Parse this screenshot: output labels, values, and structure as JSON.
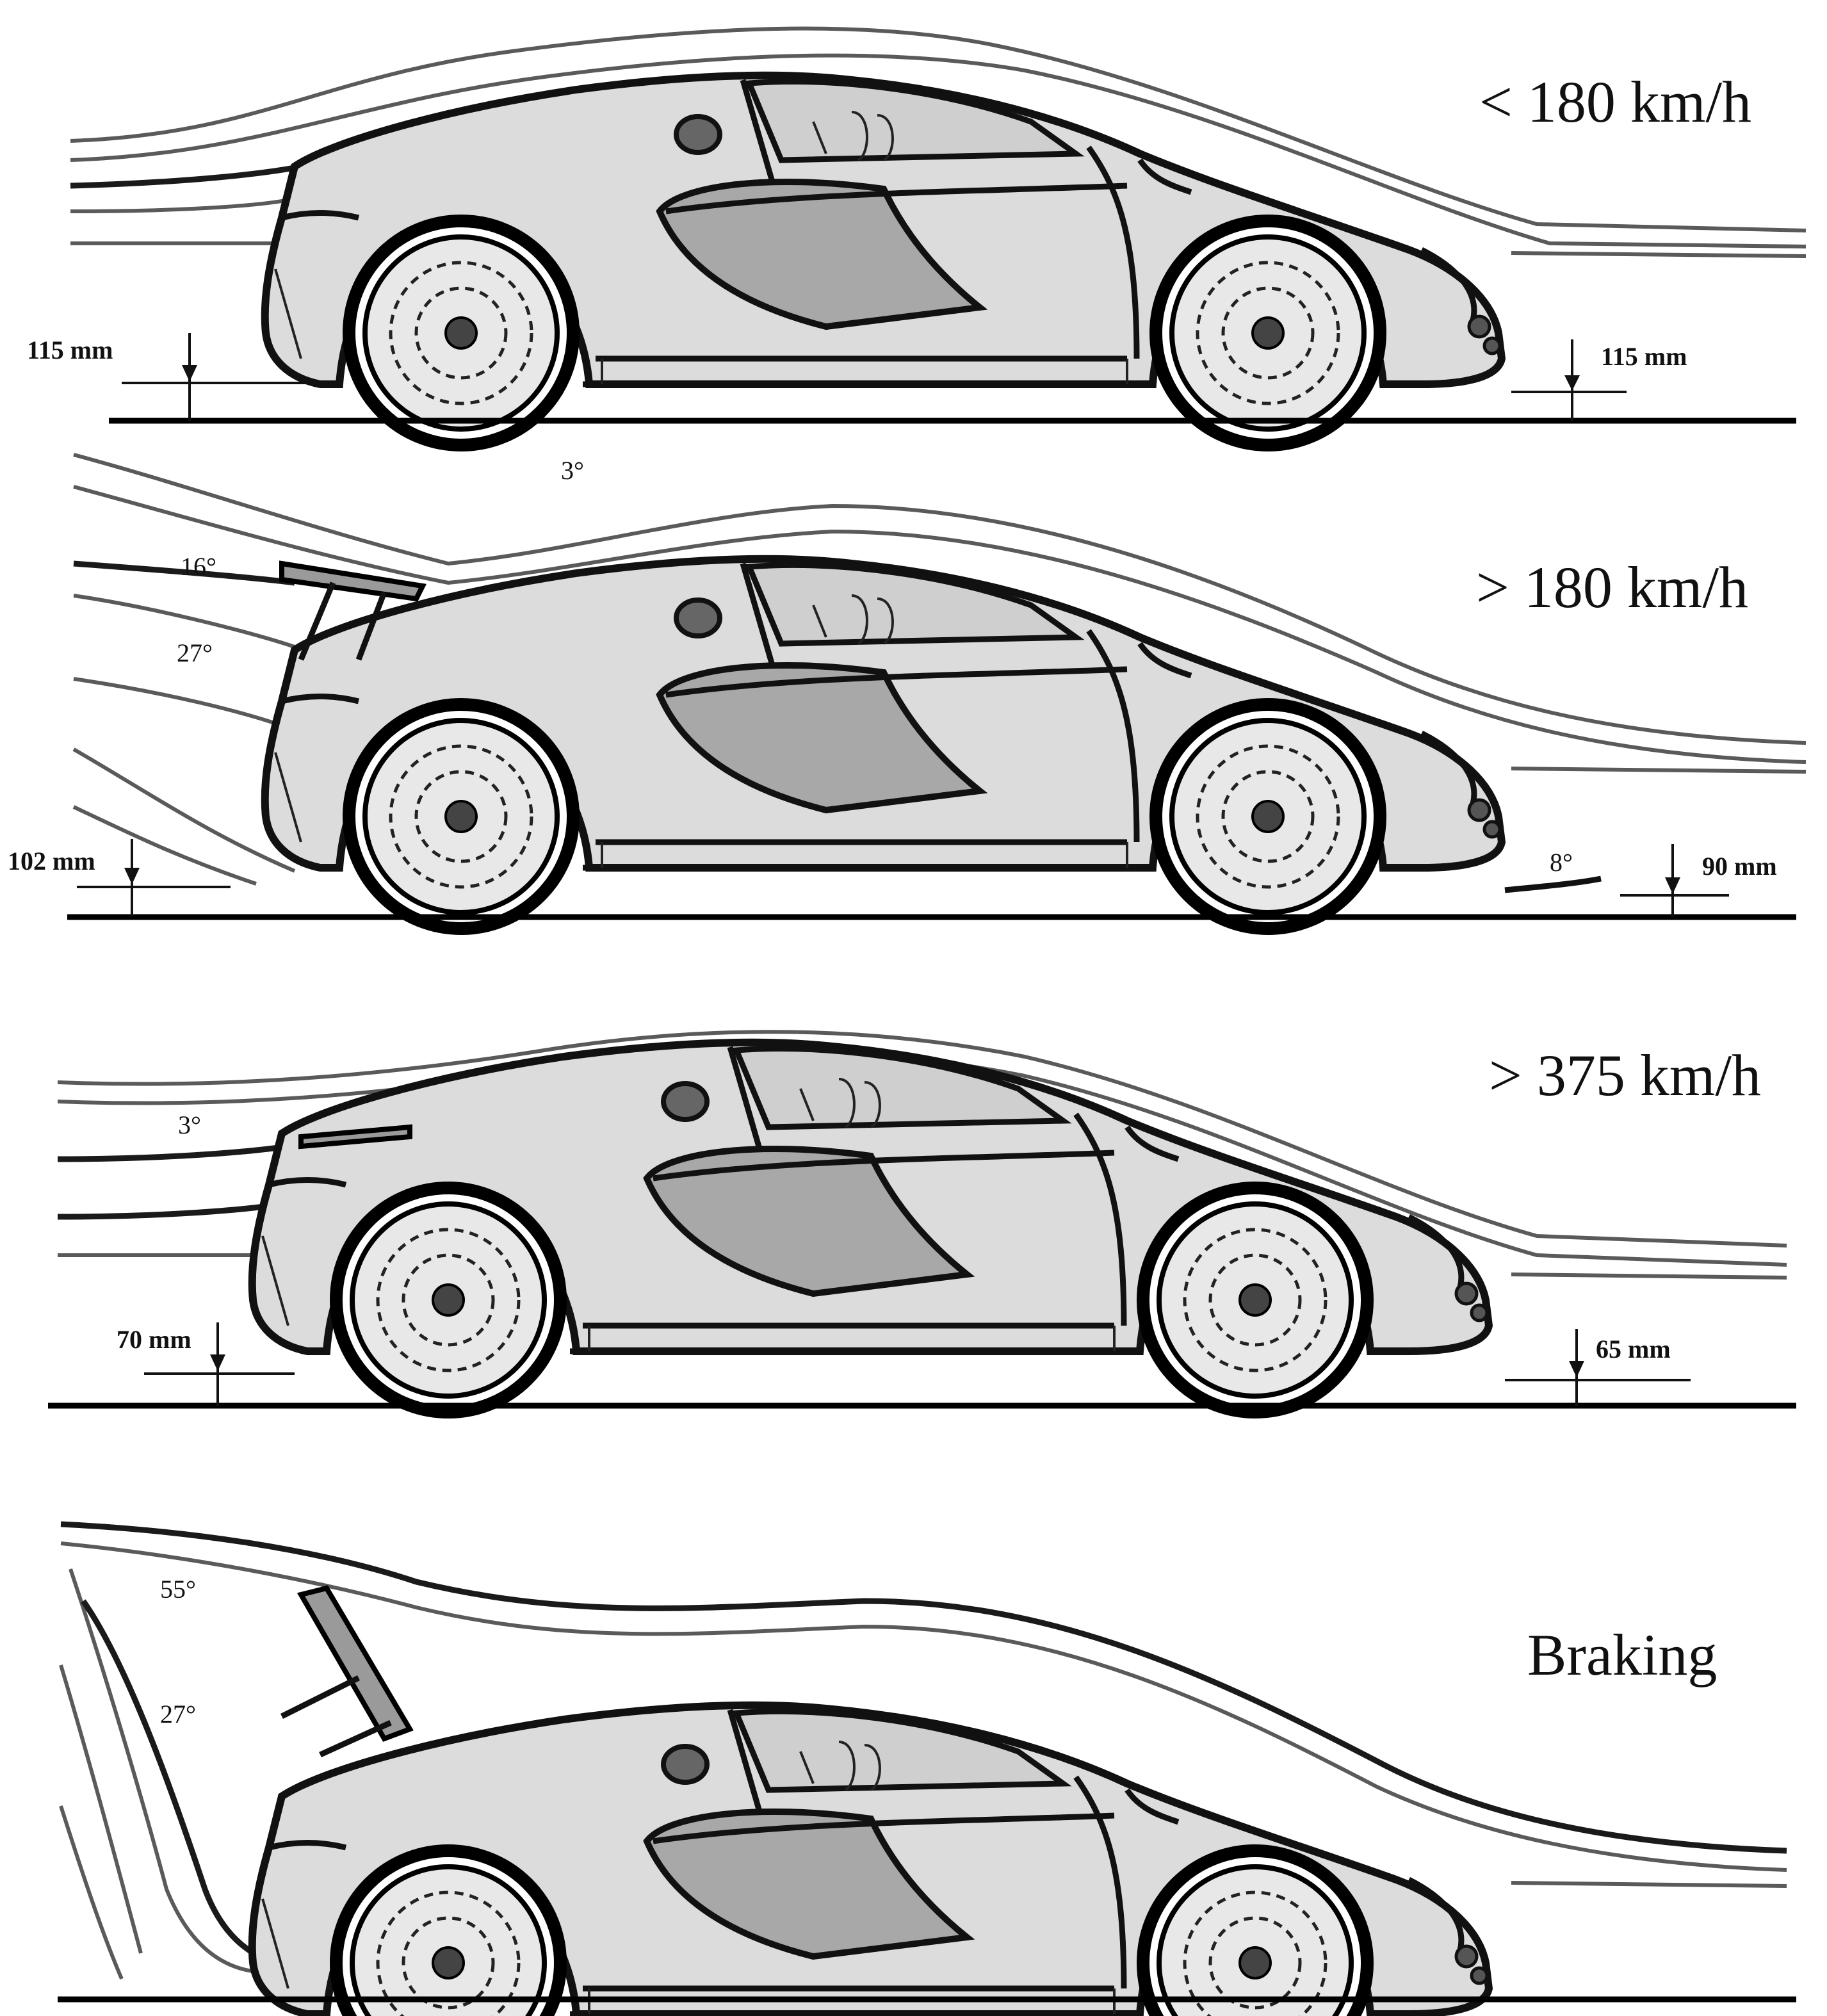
{
  "panels": [
    {
      "speed_label": "< 180 km/h",
      "rear_height": "115 mm",
      "front_height": "115 mm",
      "wing": "retracted",
      "angles": []
    },
    {
      "speed_label": "> 180 km/h",
      "rear_height": "102 mm",
      "front_height": "90 mm",
      "wing": "raised",
      "angles": [
        "3°",
        "16°",
        "27°",
        "8°"
      ]
    },
    {
      "speed_label": "> 375 km/h",
      "rear_height": "70 mm",
      "front_height": "65 mm",
      "wing": "low",
      "angles": [
        "3°"
      ]
    },
    {
      "speed_label": "Braking",
      "rear_height": "",
      "front_height": "",
      "wing": "airbrake",
      "angles": [
        "55°",
        "27°"
      ]
    }
  ]
}
